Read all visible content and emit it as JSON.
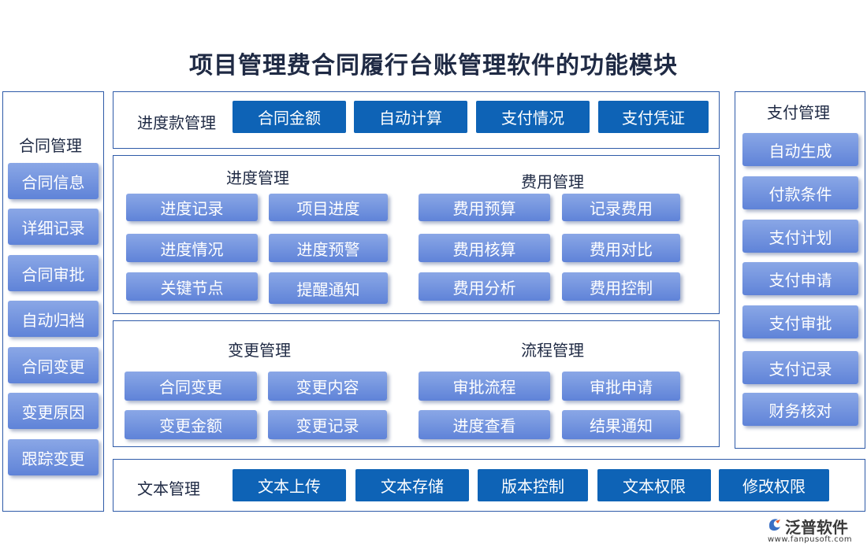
{
  "title": "项目管理费合同履行台账管理软件的功能模块",
  "contract": {
    "title": "合同管理",
    "items": [
      "合同信息",
      "详细记录",
      "合同审批",
      "自动归档",
      "合同变更",
      "变更原因",
      "跟踪变更"
    ]
  },
  "payment": {
    "title": "支付管理",
    "items": [
      "自动生成",
      "付款条件",
      "支付计划",
      "支付申请",
      "支付审批",
      "支付记录",
      "财务核对"
    ]
  },
  "progress_payment": {
    "title": "进度款管理",
    "items": [
      "合同金额",
      "自动计算",
      "支付情况",
      "支付凭证"
    ]
  },
  "progress": {
    "title": "进度管理",
    "items": [
      "进度记录",
      "项目进度",
      "进度情况",
      "进度预警",
      "关键节点",
      "提醒通知"
    ]
  },
  "cost": {
    "title": "费用管理",
    "items": [
      "费用预算",
      "记录费用",
      "费用核算",
      "费用对比",
      "费用分析",
      "费用控制"
    ]
  },
  "change": {
    "title": "变更管理",
    "items": [
      "合同变更",
      "变更内容",
      "变更金额",
      "变更记录"
    ]
  },
  "process": {
    "title": "流程管理",
    "items": [
      "审批流程",
      "审批申请",
      "进度查看",
      "结果通知"
    ]
  },
  "document": {
    "title": "文本管理",
    "items": [
      "文本上传",
      "文本存储",
      "版本控制",
      "文本权限",
      "修改权限"
    ]
  },
  "logo": {
    "name": "泛普软件",
    "url": "www.fanpusoft.com"
  },
  "colors": {
    "dark_button": "#0e63b6",
    "light_button_top": "#8aa7e6",
    "light_button_bottom": "#5f83d8",
    "border": "#2e5aa8"
  }
}
